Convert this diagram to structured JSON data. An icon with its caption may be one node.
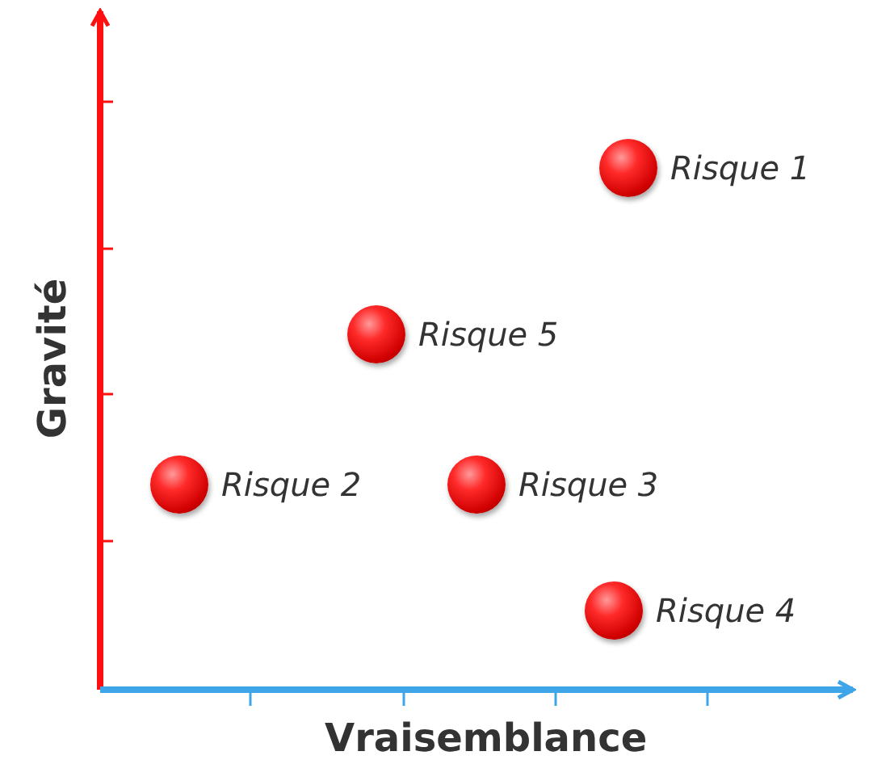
{
  "diagram": {
    "nodes": [
      {
        "text": [],
        "shape": "circle",
        "beside": [
          "Risque 1"
        ]
      },
      {
        "text": [],
        "shape": "circle",
        "beside": [
          "Risque 5"
        ]
      },
      {
        "text": [],
        "shape": "circle",
        "beside": [
          "Risque 2"
        ]
      },
      {
        "text": [],
        "shape": "circle",
        "beside": [
          "Risque 3"
        ]
      },
      {
        "text": [],
        "shape": "circle",
        "beside": [
          "Risque 4"
        ]
      }
    ],
    "labels": [
      "Gravité",
      "Vraisemblance"
    ]
  }
}
